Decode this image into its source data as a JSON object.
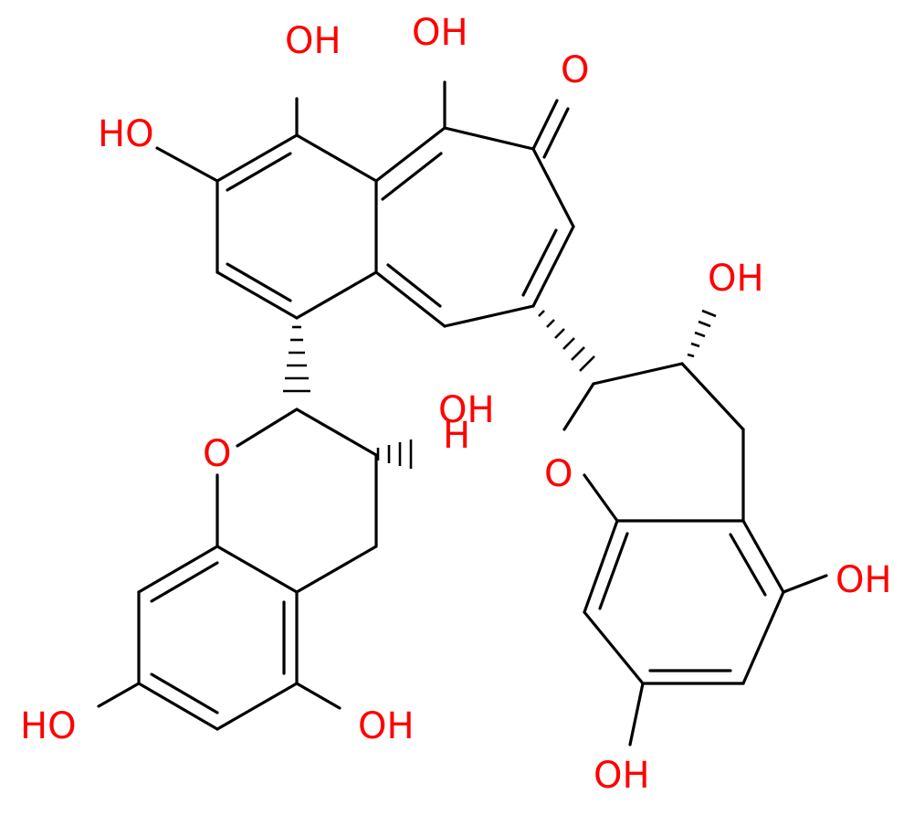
{
  "molecule": {
    "bond_color": "#000000",
    "heteroatom_color": "#ff0000",
    "labels": {
      "oh_top_left": "OH",
      "ho_left": "HO",
      "oh_top_mid": "OH",
      "ketone_o": "O",
      "oh_right_c3": "OH",
      "oh_left_c3": "OH",
      "o_ring_left": "O",
      "o_ring_right": "O",
      "oh_right_c5": "OH",
      "ho_bottom_left": "HO",
      "oh_bottom_mid": "OH",
      "oh_bottom_right": "OH",
      "h_left_c3": "H"
    }
  }
}
